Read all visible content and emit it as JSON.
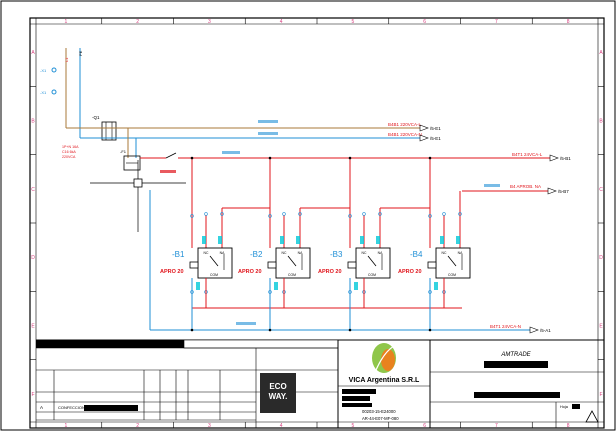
{
  "grid": {
    "columns": [
      "1",
      "2",
      "3",
      "4",
      "5",
      "6",
      "7",
      "8"
    ],
    "rows": [
      "A",
      "B",
      "C",
      "D",
      "E",
      "F"
    ]
  },
  "feed": {
    "left_labels": [
      "-X1",
      "-X1"
    ],
    "top_tags": [
      "L1",
      "PE"
    ],
    "breaker_tag": "-Q1",
    "breaker_note": [
      "1P+N 16A",
      "C16 6kA",
      "220VCA"
    ],
    "sub_tag": "-F1"
  },
  "buses": [
    {
      "label": "B4B1 220VCA-L",
      "ref": "/5-E1"
    },
    {
      "label": "B4B1 220VCA-N",
      "ref": "/5-E1"
    },
    {
      "label": "B4T1 24VCA-L",
      "ref": "/5-B1"
    },
    {
      "label": "B4 APROB. NA",
      "ref": "/5-B7"
    },
    {
      "label": "B4T1 24VCA-N",
      "ref": "/5-A1"
    }
  ],
  "relays": [
    {
      "tag": "-B1",
      "model": "APRO 20",
      "nc": "NC",
      "na": "NA",
      "com": "COM"
    },
    {
      "tag": "-B2",
      "model": "APRO 20",
      "nc": "NC",
      "na": "NA",
      "com": "COM"
    },
    {
      "tag": "-B3",
      "model": "APRO 20",
      "nc": "NC",
      "na": "NA",
      "com": "COM"
    },
    {
      "tag": "-B4",
      "model": "APRO 20",
      "nc": "NC",
      "na": "NA",
      "com": "COM"
    }
  ],
  "title_block": {
    "company": "VICA Argentina S.R.L",
    "client_logo_line1": "ECO",
    "client_logo_line2": "WAY.",
    "project": "AMTRADE",
    "revision_letter": "A",
    "revision_text": "CONFECCION",
    "sheet_label": "Hoja",
    "drawing_codes": [
      "00203-15-E24000",
      "AR-44-E07-MF-080"
    ]
  },
  "colors": {
    "red": "#e0141b",
    "blue": "#1f8fd6",
    "brown": "#a87a3a",
    "dark": "#000000",
    "cyan_tag": "#00c8d8",
    "grid_pink": "#d84080"
  }
}
